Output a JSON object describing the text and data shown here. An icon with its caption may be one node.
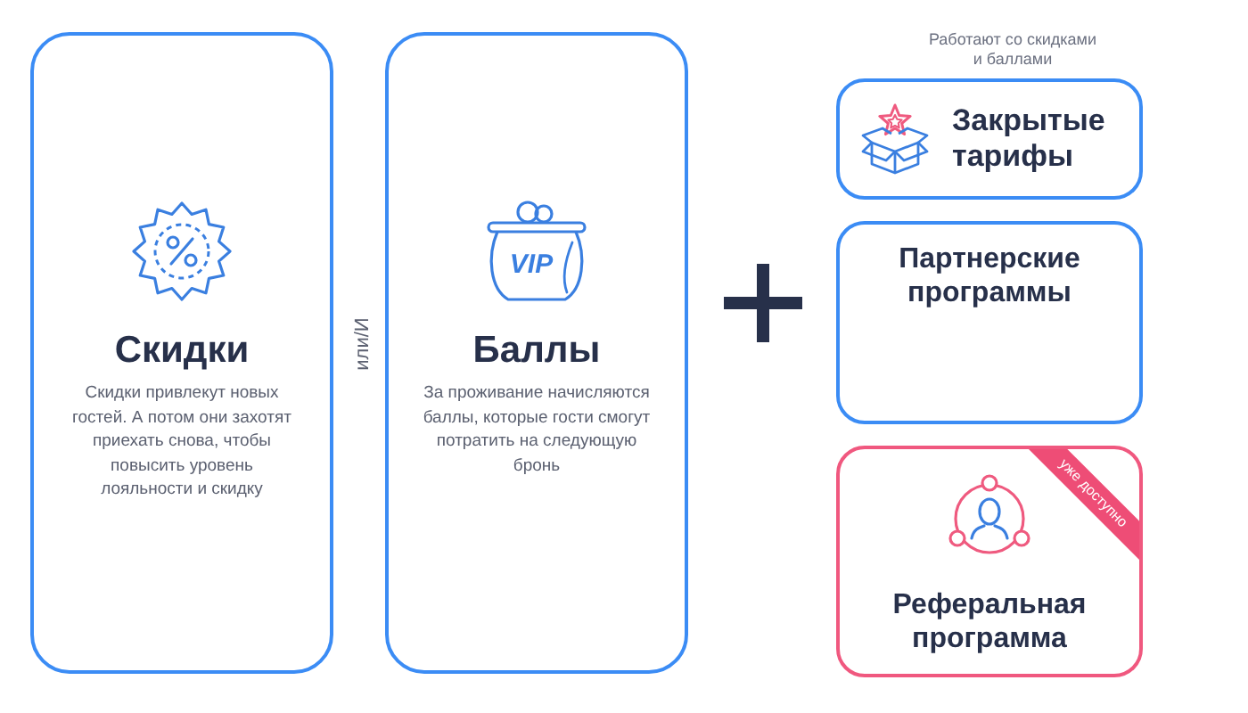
{
  "diagram": {
    "nodes": [
      {
        "text": [
          "Скидки",
          "Скидки привлекут новых гостей. А потом они захотят приехать снова, чтобы повысить уровень лояльности и скидку"
        ]
      },
      {
        "text": [
          "Баллы",
          "За проживание начисляются баллы, которые гости смогут потратить на следующую бронь"
        ]
      },
      {
        "text": [
          "Закрытые тарифы"
        ]
      },
      {
        "text": [
          "Партнерские программы"
        ]
      },
      {
        "text": [
          "Реферальная программа"
        ]
      },
      {
        "text": [
          "уже доступно"
        ],
        "in": 4
      }
    ],
    "labels": [
      "Работают со скидками и баллами",
      "или/И",
      "VIP"
    ]
  }
}
